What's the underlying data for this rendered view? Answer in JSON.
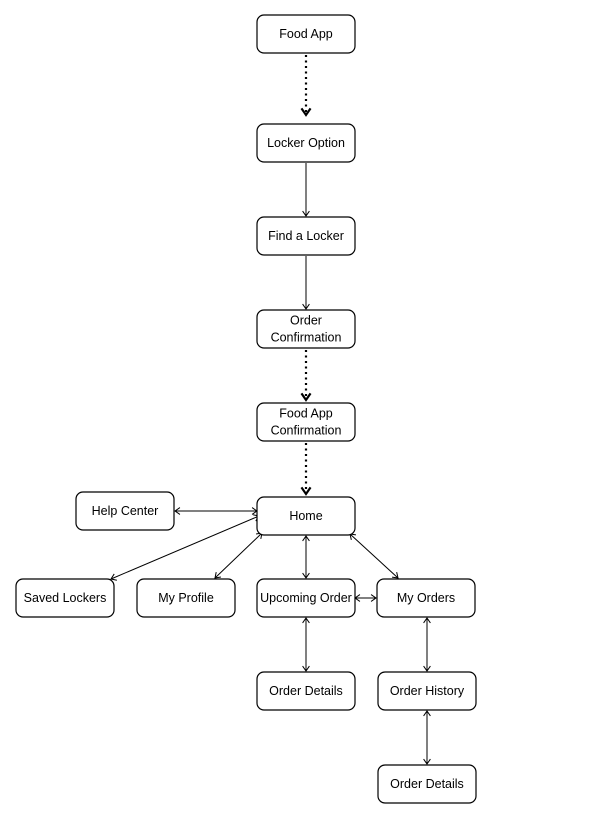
{
  "diagram": {
    "nodes": [
      {
        "id": "food-app",
        "lines": [
          "Food App"
        ]
      },
      {
        "id": "locker-option",
        "lines": [
          "Locker Option"
        ]
      },
      {
        "id": "find-a-locker",
        "lines": [
          "Find a Locker"
        ]
      },
      {
        "id": "order-confirmation",
        "lines": [
          "Order",
          "Confirmation"
        ]
      },
      {
        "id": "food-app-confirmation",
        "lines": [
          "Food App",
          "Confirmation"
        ]
      },
      {
        "id": "home",
        "lines": [
          "Home"
        ]
      },
      {
        "id": "help-center",
        "lines": [
          "Help Center"
        ]
      },
      {
        "id": "saved-lockers",
        "lines": [
          "Saved Lockers"
        ]
      },
      {
        "id": "my-profile",
        "lines": [
          "My Profile"
        ]
      },
      {
        "id": "upcoming-order",
        "lines": [
          "Upcoming Order"
        ]
      },
      {
        "id": "my-orders",
        "lines": [
          "My Orders"
        ]
      },
      {
        "id": "order-details-1",
        "lines": [
          "Order Details"
        ]
      },
      {
        "id": "order-history",
        "lines": [
          "Order History"
        ]
      },
      {
        "id": "order-details-2",
        "lines": [
          "Order Details"
        ]
      }
    ],
    "edges": [
      {
        "from": "food-app",
        "to": "locker-option",
        "style": "dotted",
        "direction": "forward"
      },
      {
        "from": "locker-option",
        "to": "find-a-locker",
        "style": "solid",
        "direction": "forward"
      },
      {
        "from": "find-a-locker",
        "to": "order-confirmation",
        "style": "solid",
        "direction": "forward"
      },
      {
        "from": "order-confirmation",
        "to": "food-app-confirmation",
        "style": "dotted",
        "direction": "forward"
      },
      {
        "from": "food-app-confirmation",
        "to": "home",
        "style": "dotted",
        "direction": "forward"
      },
      {
        "from": "home",
        "to": "help-center",
        "style": "solid",
        "direction": "both"
      },
      {
        "from": "home",
        "to": "saved-lockers",
        "style": "solid",
        "direction": "both"
      },
      {
        "from": "home",
        "to": "my-profile",
        "style": "solid",
        "direction": "both"
      },
      {
        "from": "home",
        "to": "upcoming-order",
        "style": "solid",
        "direction": "both"
      },
      {
        "from": "home",
        "to": "my-orders",
        "style": "solid",
        "direction": "both"
      },
      {
        "from": "upcoming-order",
        "to": "my-orders",
        "style": "solid",
        "direction": "both"
      },
      {
        "from": "upcoming-order",
        "to": "order-details-1",
        "style": "solid",
        "direction": "both"
      },
      {
        "from": "my-orders",
        "to": "order-history",
        "style": "solid",
        "direction": "both"
      },
      {
        "from": "order-history",
        "to": "order-details-2",
        "style": "solid",
        "direction": "both"
      }
    ]
  }
}
